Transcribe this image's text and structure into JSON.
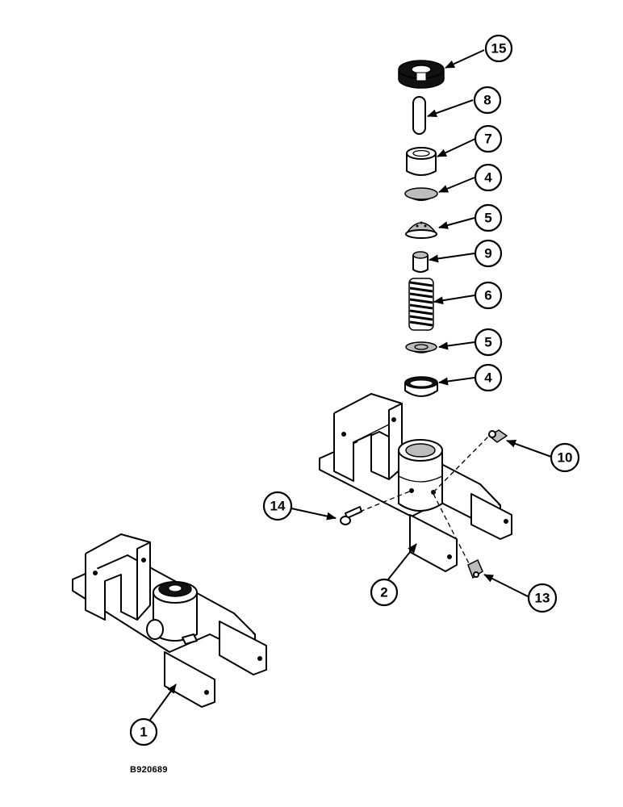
{
  "drawing_number": "B920689",
  "callouts": {
    "c15": "15",
    "c8": "8",
    "c7": "7",
    "c4a": "4",
    "c5a": "5",
    "c9": "9",
    "c6": "6",
    "c5b": "5",
    "c4b": "4",
    "c10": "10",
    "c14": "14",
    "c2": "2",
    "c13": "13",
    "c1": "1"
  }
}
